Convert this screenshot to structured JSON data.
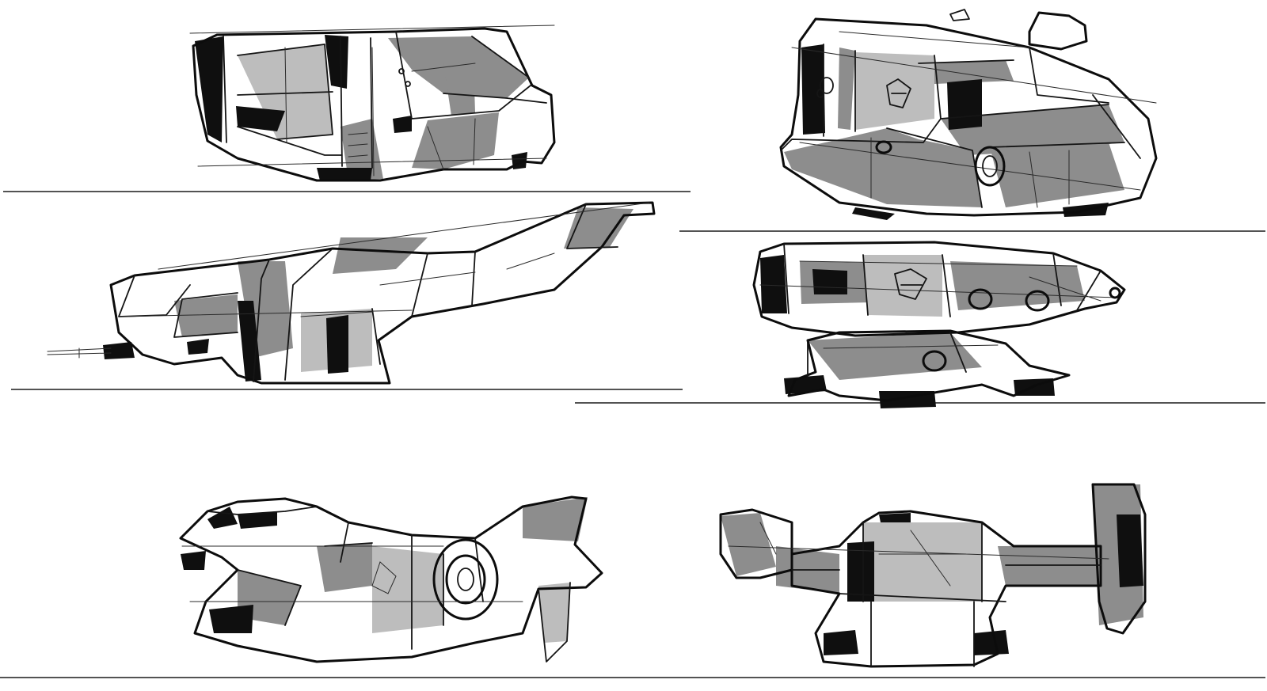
{
  "sheet": {
    "kind": "concept art sketch sheet",
    "views": [
      {
        "id": "top-left",
        "subject": "dropship-rear-three-quarter",
        "icon": "spaceship-icon"
      },
      {
        "id": "top-right",
        "subject": "dropship-front-three-quarter",
        "icon": "spaceship-icon"
      },
      {
        "id": "middle-left",
        "subject": "dropship-side-profile",
        "icon": "spaceship-icon"
      },
      {
        "id": "middle-right",
        "subject": "dropship-front-landed",
        "icon": "spaceship-icon"
      },
      {
        "id": "bottom-left",
        "subject": "fighter-side-three-quarter",
        "icon": "spaceship-icon"
      },
      {
        "id": "bottom-right",
        "subject": "tiltrotor-rear-landed",
        "icon": "spaceship-icon"
      }
    ]
  },
  "colors": {
    "paper": "#ffffff",
    "ink": "#161616",
    "shade": "#8d8d8d",
    "shade_light": "#bdbdbd",
    "black": "#0f0f0f"
  }
}
